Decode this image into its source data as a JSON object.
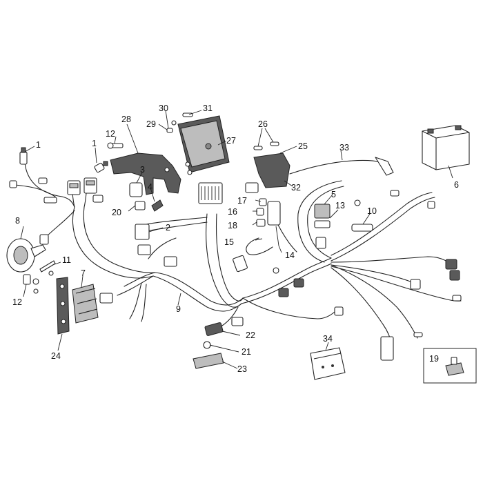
{
  "callouts": [
    {
      "id": "c1a",
      "label": "1"
    },
    {
      "id": "c1b",
      "label": "1"
    },
    {
      "id": "c2",
      "label": "2"
    },
    {
      "id": "c3",
      "label": "3"
    },
    {
      "id": "c4",
      "label": "4"
    },
    {
      "id": "c5",
      "label": "5"
    },
    {
      "id": "c6",
      "label": "6"
    },
    {
      "id": "c7",
      "label": "7"
    },
    {
      "id": "c8",
      "label": "8"
    },
    {
      "id": "c9",
      "label": "9"
    },
    {
      "id": "c10",
      "label": "10"
    },
    {
      "id": "c11",
      "label": "11"
    },
    {
      "id": "c12a",
      "label": "12"
    },
    {
      "id": "c12b",
      "label": "12"
    },
    {
      "id": "c13",
      "label": "13"
    },
    {
      "id": "c14",
      "label": "14"
    },
    {
      "id": "c15",
      "label": "15"
    },
    {
      "id": "c16",
      "label": "16"
    },
    {
      "id": "c17",
      "label": "17"
    },
    {
      "id": "c18",
      "label": "18"
    },
    {
      "id": "c19",
      "label": "19"
    },
    {
      "id": "c20",
      "label": "20"
    },
    {
      "id": "c21",
      "label": "21"
    },
    {
      "id": "c22",
      "label": "22"
    },
    {
      "id": "c23",
      "label": "23"
    },
    {
      "id": "c24",
      "label": "24"
    },
    {
      "id": "c25",
      "label": "25"
    },
    {
      "id": "c26",
      "label": "26"
    },
    {
      "id": "c27",
      "label": "27"
    },
    {
      "id": "c28",
      "label": "28"
    },
    {
      "id": "c29",
      "label": "29"
    },
    {
      "id": "c30",
      "label": "30"
    },
    {
      "id": "c31",
      "label": "31"
    },
    {
      "id": "c32",
      "label": "32"
    },
    {
      "id": "c33",
      "label": "33"
    },
    {
      "id": "c34",
      "label": "34"
    }
  ]
}
